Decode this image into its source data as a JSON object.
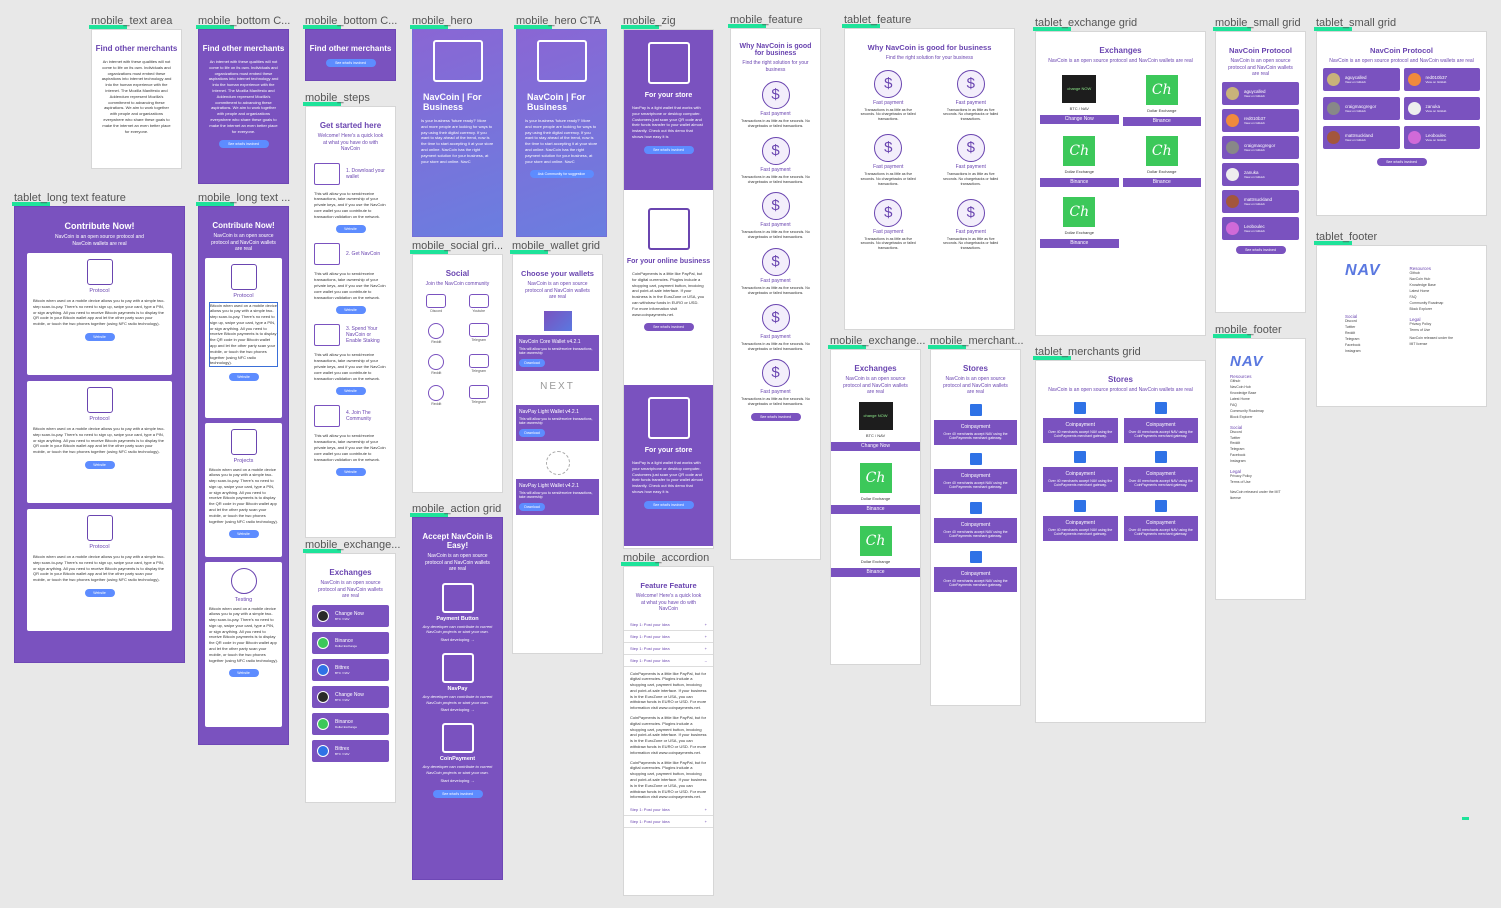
{
  "boards": {
    "mobile_text_area": {
      "label": "mobile_text area",
      "title": "Find other merchants",
      "body": "An internet with these qualities will not come to life on its own. Individuals and organizations must embed these aspirations into internet technology and into the human experience with the internet. The Mozilla Manifesto and Addendum represent Mozilla's commitment to advancing these aspirations. We aim to work together with people and organizations everywhere who share these goals to make the internet an even better place for everyone."
    },
    "mobile_bottom_c1": {
      "label": "mobile_bottom C...",
      "title": "Find other merchants",
      "body": "An internet with these qualities will not come to life on its own. Individuals and organizations must embed these aspirations into internet technology and into the human experience with the internet. The Mozilla Manifesto and Addendum represent Mozilla's commitment to advancing these aspirations. We aim to work together with people and organizations everywhere who share these goals to make the internet an even better place for everyone.",
      "button": "See what's involved"
    },
    "mobile_bottom_c2": {
      "label": "mobile_bottom C...",
      "title": "Find other merchants",
      "button": "See what's involved"
    },
    "mobile_hero": {
      "label": "mobile_hero",
      "title": "NavCoin | For Business",
      "body": "Is your business 'future ready?' More and more people are looking for ways to pay using their digital currency. If you want to stay ahead of the trend, now is the time to start accepting it at your store and online. NavCoin has the right payment solution for your business, at your store and online. NavC"
    },
    "mobile_hero_cta": {
      "label": "mobile_hero CTA",
      "title": "NavCoin | For Business",
      "body": "Is your business 'future ready?' More and more people are looking for ways to pay using their digital currency. If you want to stay ahead of the trend, now is the time to start accepting it at your store and online. NavCoin has the right payment solution for your business, at your store and online. NavC",
      "button": "Ask Community for suggestion"
    },
    "mobile_zig": {
      "label": "mobile_zig",
      "title1": "For your store",
      "body1": "NavPay is a light wallet that works with your smartphone or desktop computer. Customers just scan your QR code and their funds transfer to your wallet almost instantly. Check out this demo that shows how easy it is",
      "button": "See what's involved",
      "title2": "For your online business",
      "body2": "CoinPayments is a little like PayPal, but for digital currencies. Plugins include a shopping cart, payment button, invoicing and point-of-sale interface. If your business is in the EuroZone or USA, you can withdraw funds in EURO or USD. For more information visit www.coinpayments.net.",
      "title3": "For your store",
      "body3": "NavPay is a light wallet that works with your smartphone or desktop computer. Customers just scan your QR code and their funds transfer to your wallet almost instantly. Check out this demo that shows how easy it is"
    },
    "mobile_feature": {
      "label": "mobile_feature",
      "title": "Why NavCoin is good for business",
      "sub": "Find the right solution for your business",
      "item_title": "Fast payment",
      "item_body": "Transactions in as little as five seconds. No chargebacks or failed transactions.",
      "button": "See what's involved"
    },
    "tablet_feature": {
      "label": "tablet_feature",
      "title": "Why NavCoin is good for business",
      "sub": "Find the right solution for your business",
      "item_title": "Fast payment",
      "item_body": "Transactions in as little as five seconds. No chargebacks or failed transactions."
    },
    "tablet_exchange_grid": {
      "label": "tablet_exchange grid",
      "title": "Exchanges",
      "sub": "NavCoin is an open source protocol and NavCoin wallets are real",
      "tiles": [
        {
          "name": "BTC / NAV",
          "bar": "Change Now",
          "kind": "dark",
          "logo": "change NOW"
        },
        {
          "name": "Dollar Exchange",
          "bar": "Binance",
          "kind": "green"
        },
        {
          "name": "Dollar Exchange",
          "bar": "Binance",
          "kind": "green"
        },
        {
          "name": "Dollar Exchange",
          "bar": "Binance",
          "kind": "green"
        },
        {
          "name": "Dollar Exchange",
          "bar": "Binance",
          "kind": "green"
        }
      ]
    },
    "mobile_small_grid": {
      "label": "mobile_small grid",
      "title": "NavCoin Protocol",
      "sub": "NavCoin is an open source protocol and NavCoin wallets are real",
      "people": [
        "aguycalled",
        "red010b37",
        "craigmacgregor",
        "zanuka",
        "mattrsuckland",
        "Leoboulec"
      ],
      "role": "View on GitHub",
      "button": "See what's involved"
    },
    "tablet_small_grid": {
      "label": "tablet_small grid",
      "title": "NavCoin Protocol",
      "sub": "NavCoin is an open source protocol and NavCoin wallets are real",
      "people": [
        "aguycalled",
        "red010b37",
        "craigmacgregor",
        "zanuka",
        "mattrsuckland",
        "Leoboulec"
      ],
      "role": "View on GitHub",
      "button": "See what's involved"
    },
    "tablet_long_text": {
      "label": "tablet_long text feature",
      "title": "Contribute Now!",
      "sub": "NavCoin is an open source protocol and NavCoin wallets are real",
      "cards": [
        {
          "title": "Protocol",
          "body": "Bitcoin when used on a mobile device allows you to pay with a simple two-step scan-to-pay. There's no need to sign up, swipe your card, type a PIN, or sign anything. All you need to receive Bitcoin payments is to display the QR code in your Bitcoin wallet app and let the other party scan your mobile, or touch the two phones together (using NFC radio technology)."
        },
        {
          "title": "Protocol",
          "body": "Bitcoin when used on a mobile device allows you to pay with a simple two-step scan-to-pay. There's no need to sign up, swipe your card, type a PIN, or sign anything. All you need to receive Bitcoin payments is to display the QR code in your Bitcoin wallet app and let the other party scan your mobile, or touch the two phones together (using NFC radio technology)."
        },
        {
          "title": "Protocol",
          "body": "Bitcoin when used on a mobile device allows you to pay with a simple two-step scan-to-pay. There's no need to sign up, swipe your card, type a PIN, or sign anything. All you need to receive Bitcoin payments is to display the QR code in your Bitcoin wallet app and let the other party scan your mobile, or touch the two phones together (using NFC radio technology)."
        }
      ],
      "button": "Website"
    },
    "mobile_long_text": {
      "label": "mobile_long text ...",
      "title": "Contribute Now!",
      "sub": "NavCoin is an open source protocol and NavCoin wallets are real",
      "cards": [
        {
          "title": "Protocol"
        },
        {
          "title": "Projects"
        },
        {
          "title": "Testing"
        }
      ],
      "body": "Bitcoin when used on a mobile device allows you to pay with a simple two-step scan-to-pay. There's no need to sign up, swipe your card, type a PIN, or sign anything. All you need to receive Bitcoin payments is to display the QR code in your Bitcoin wallet app and let the other party scan your mobile, or touch the two phones together (using NFC radio technology).",
      "button": "Website"
    },
    "mobile_steps": {
      "label": "mobile_steps",
      "title": "Get started here",
      "sub": "Welcome! Here's a quick look at what you have do with NavCoin",
      "steps": [
        "1. Download your wallet",
        "2. Get NavCoin",
        "3. Spend Your NavCoin or Enable Staking",
        "4. Join The Community"
      ],
      "body": "This will allow you to send/receive transactions, take ownership of your private keys, and if you use the NavCoin core wallet you can contribute to transaction validation on the network.",
      "button": "Website"
    },
    "mobile_social_grid": {
      "label": "mobile_social gri...",
      "title": "Social",
      "sub": "Join the NavCoin community",
      "items": [
        "Discord",
        "Youtube",
        "Reddit",
        "Telegram",
        "Reddit",
        "Telegram",
        "Reddit",
        "Telegram"
      ]
    },
    "mobile_wallet_grid": {
      "label": "mobile_wallet grid",
      "title": "Choose your wallets",
      "sub": "NavCoin is an open source protocol and NavCoin wallets are real",
      "wallets": [
        "NavCoin Core Wallet v4.2.1",
        "NavPay Light Wallet v4.2.1",
        "NavPay Light Wallet v4.2.1"
      ],
      "body": "This will allow you to send/receive transactions, take ownership",
      "button": "Download",
      "next_logo": "NEXT"
    },
    "mobile_exchange": {
      "label": "mobile_exchange...",
      "title": "Exchanges",
      "sub": "NavCoin is an open source protocol and NavCoin wallets are real",
      "rows": [
        {
          "name": "Change Now",
          "sub": "BTC / NAV"
        },
        {
          "name": "Binance",
          "sub": "Dollar Exchange"
        },
        {
          "name": "Bittrex",
          "sub": "BTC / NAV"
        },
        {
          "name": "Change Now",
          "sub": "BTC / NAV"
        },
        {
          "name": "Binance",
          "sub": "Dollar Exchange"
        },
        {
          "name": "Bittrex",
          "sub": "BTC / NAV"
        }
      ]
    },
    "mobile_action_grid": {
      "label": "mobile_action grid",
      "title": "Accept NavCoin is Easy!",
      "sub": "NavCoin is an open source protocol and NavCoin wallets are real",
      "items": [
        {
          "title": "Payment Button",
          "body": "Any developer can contribute to current NavCoin projects or start your own.",
          "link": "Start developing →"
        },
        {
          "title": "NavPay",
          "body": "Any developer can contribute to current NavCoin projects or start your own.",
          "link": "Start developing →"
        },
        {
          "title": "CoinPayment",
          "body": "Any developer can contribute to current NavCoin projects or start your own.",
          "link": "Start developing →"
        }
      ],
      "button": "See what's involved"
    },
    "mobile_accordion": {
      "label": "mobile_accordion",
      "title": "Feature Feature",
      "sub": "Welcome! Here's a quick look at what you have do with NavCoin",
      "row": "Step 1: Post your Idea",
      "body": "CoinPayments is a little like PayPal, but for digital currencies. Plugins include a shopping cart, payment button, invoicing and point-of-sale interface. If your business is in the EuroZone or USA, you can withdraw funds in EURO or USD. For more information visit www.coinpayments.net."
    },
    "mobile_exchange2": {
      "label": "mobile_exchange...",
      "title": "Exchanges",
      "sub": "NavCoin is an open source protocol and NavCoin wallets are real",
      "tiles": [
        {
          "name": "BTC / NAV",
          "bar": "Change Now",
          "kind": "dark",
          "logo": "change NOW"
        },
        {
          "name": "Dollar Exchange",
          "bar": "Binance",
          "kind": "green"
        },
        {
          "name": "Dollar Exchange",
          "bar": "Binance",
          "kind": "green"
        }
      ]
    },
    "mobile_merchant": {
      "label": "mobile_merchant...",
      "title": "Stores",
      "sub": "NavCoin is an open source protocol and NavCoin wallets are real",
      "item_title": "Coinpayment",
      "item_body": "Over 40 merchants accept NAV using the CoinPayments merchant gateway."
    },
    "tablet_merchants_grid": {
      "label": "tablet_merchants grid",
      "title": "Stores",
      "sub": "NavCoin is an open source protocol and NavCoin wallets are real",
      "item_title": "Coinpayment",
      "item_body": "Over 40 merchants accept NAV using the CoinPayments merchant gateway."
    },
    "mobile_footer": {
      "label": "mobile_footer",
      "logo": "NAV",
      "resources_head": "Resources",
      "resources": [
        "Github",
        "NavCoin Hub",
        "Knowledge Base",
        "Latest Home",
        "FAQ",
        "Community Roadmap",
        "Block Explorer"
      ],
      "social_head": "Social",
      "social": [
        "Discord",
        "Twitter",
        "Reddit",
        "Telegram",
        "Facebook",
        "Instagram"
      ],
      "legal_head": "Legal",
      "legal": [
        "Privacy Policy",
        "Terms of Use"
      ],
      "license": "NavCoin released under the MIT license"
    },
    "tablet_footer": {
      "label": "tablet_footer",
      "logo": "NAV",
      "resources_head": "Resources",
      "resources": [
        "Github",
        "NavCoin Hub",
        "Knowledge Base",
        "Latest Home",
        "FAQ",
        "Community Roadmap",
        "Block Explorer"
      ],
      "social_head": "Social",
      "social": [
        "Discord",
        "Twitter",
        "Reddit",
        "Telegram",
        "Facebook",
        "Instagram"
      ],
      "legal_head": "Legal",
      "legal": [
        "Privacy Policy",
        "Terms of Use"
      ],
      "license": "NavCoin released under the MIT license"
    }
  },
  "colors": {
    "accent": "#7a52bf",
    "marker": "#1ee39a",
    "button": "#5d8cff",
    "canvas": "#e8e8e8"
  }
}
